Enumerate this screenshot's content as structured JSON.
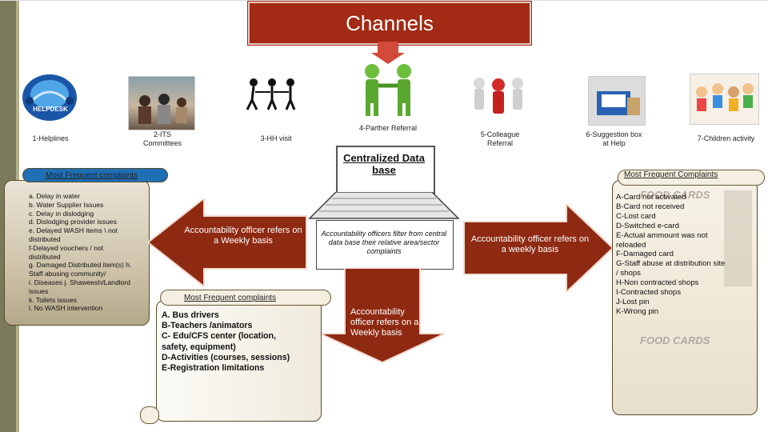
{
  "title": "Channels",
  "channels": [
    {
      "label": "1-Helplines"
    },
    {
      "label": "2-ITS Committees"
    },
    {
      "label": "3-HH visit"
    },
    {
      "label": "4-Parther Referral"
    },
    {
      "label": "5-Colleague Referral"
    },
    {
      "label": "6-Suggestion box at Help"
    },
    {
      "label": "7-Children activity"
    }
  ],
  "helpdesk_logo_text": "HELPDESK",
  "database": {
    "title": "Centralized Data base",
    "text": "Accountability officers filter from central data base their relative area/sector complaints"
  },
  "left_scroll": {
    "heading": "Most Frequent complaints",
    "items": [
      "a. Delay in water",
      "b. Water Supplier Issues",
      "c. Delay in dislodging",
      "d. Dislodging provider issues",
      "e. Delayed WASH items \\ not",
      "distributed",
      "f-Delayed vouchers / not",
      "distributed",
      "g. Damaged Distributed item(s) h.",
      "Staff abusing community/",
      "i. Diseases j. Shaweesh/Landlord",
      "issues",
      "k. Toilets issues",
      "l. No WASH intervention"
    ]
  },
  "left_arrow": {
    "text": "Accountability officer refers on a Weekly  basis"
  },
  "right_arrow": {
    "text": "Accountability officer refers on a weekly basis"
  },
  "down_arrow": {
    "text": "Accountability officer refers on a Weekly  basis"
  },
  "center_scroll": {
    "heading": "Most Frequent complaints",
    "items": [
      "A. Bus drivers",
      "B-Teachers /animators",
      "C- Edu/CFS center (location,",
      "safety, equipment)",
      "D-Activities (courses, sessions)",
      "E-Registration limitations"
    ]
  },
  "right_scroll": {
    "heading": "Most Frequent Complaints",
    "items": [
      "A-Card not activated",
      "B-Card not received",
      "C-Lost card",
      "D-Switched e-card",
      "E-Actual ammount was not",
      "reloaded",
      "F-Damaged card",
      "G-Staff abuse at distribution site",
      "/ shops",
      "H-Non contracted shops",
      "I-Contracted shops",
      "J-Lost pin",
      "K-Wrong pin"
    ],
    "card_text": "FOOD CARDS"
  },
  "colors": {
    "brand": "#a32a14",
    "scroll": "#f4ecd6",
    "heading": "#1f6fb4"
  }
}
